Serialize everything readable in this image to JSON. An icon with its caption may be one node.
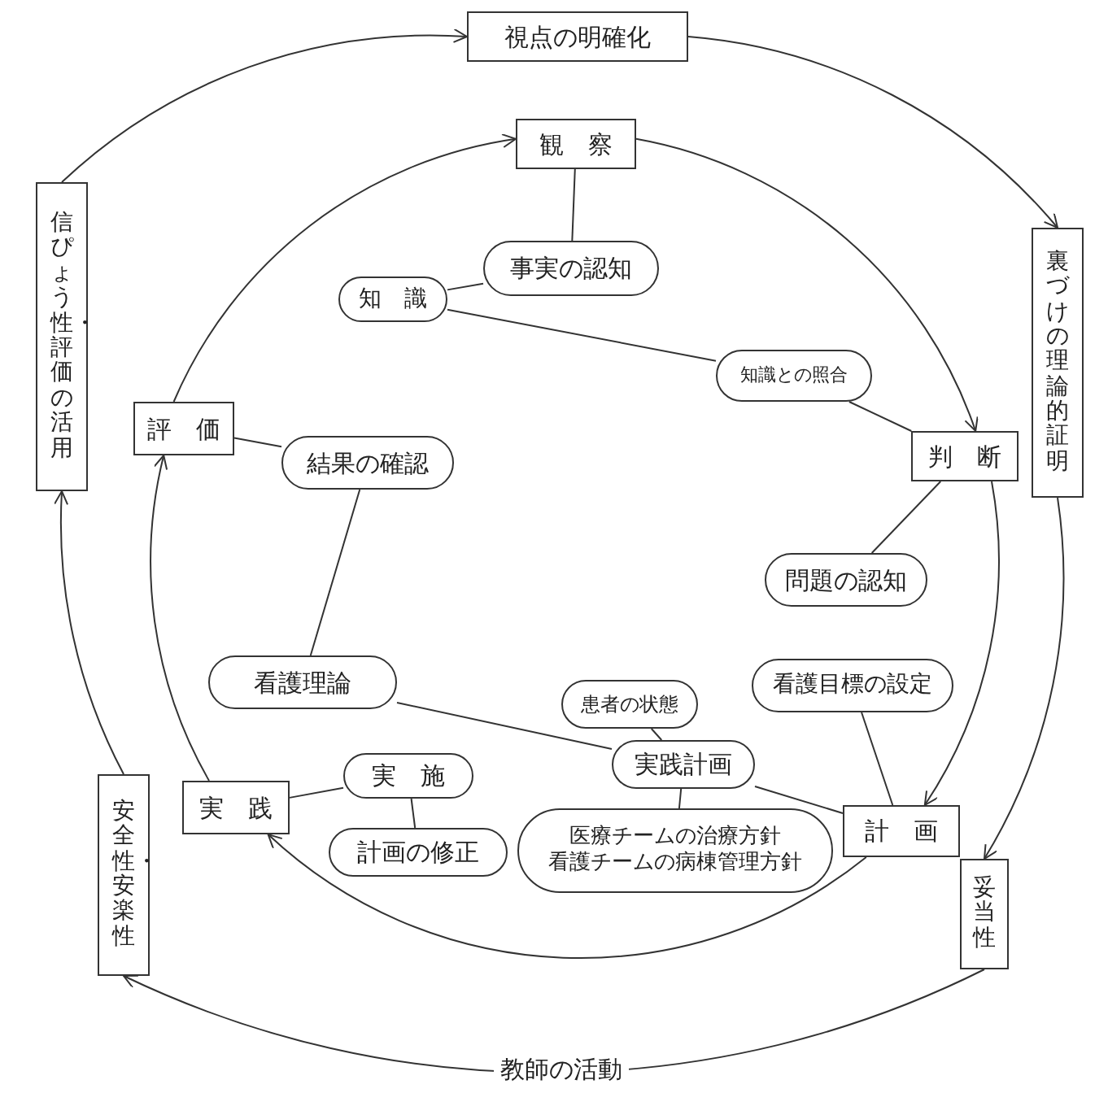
{
  "diagram": {
    "nodes": [
      {
        "text": [
          "視点の明確化"
        ]
      },
      {
        "text": [
          "観　察"
        ]
      },
      {
        "text": [
          "信ぴょう性・評価の活用"
        ]
      },
      {
        "text": [
          "裏づけの理論的証明"
        ]
      },
      {
        "text": [
          "事実の認知"
        ]
      },
      {
        "text": [
          "知　識"
        ]
      },
      {
        "text": [
          "知識との照合"
        ]
      },
      {
        "text": [
          "評　価"
        ]
      },
      {
        "text": [
          "結果の確認"
        ]
      },
      {
        "text": [
          "判　断"
        ]
      },
      {
        "text": [
          "問題の認知"
        ]
      },
      {
        "text": [
          "看護理論"
        ]
      },
      {
        "text": [
          "看護目標の設定"
        ]
      },
      {
        "text": [
          "患者の状態"
        ]
      },
      {
        "text": [
          "実践計画"
        ]
      },
      {
        "text": [
          "実　施"
        ]
      },
      {
        "text": [
          "実　践"
        ]
      },
      {
        "text": [
          "計　画"
        ]
      },
      {
        "text": [
          "医療チームの治療方針",
          "看護チームの病棟管理方針"
        ]
      },
      {
        "text": [
          "計画の修正"
        ]
      },
      {
        "text": [
          "安全性・安楽性"
        ]
      },
      {
        "text": [
          "妥当性"
        ]
      }
    ],
    "edges": [
      {
        "from": 2,
        "to": 0,
        "arrow": "to"
      },
      {
        "from": 0,
        "to": 3,
        "arrow": "to"
      },
      {
        "from": 3,
        "to": 21,
        "arrow": "to"
      },
      {
        "from": 21,
        "to": 20,
        "arrow": "to",
        "label": "教師の活動"
      },
      {
        "from": 20,
        "to": 2,
        "arrow": "to"
      },
      {
        "from": 7,
        "to": 1,
        "arrow": "to"
      },
      {
        "from": 1,
        "to": 9,
        "arrow": "to"
      },
      {
        "from": 9,
        "to": 17,
        "arrow": "to"
      },
      {
        "from": 17,
        "to": 16,
        "arrow": "to"
      },
      {
        "from": 16,
        "to": 7,
        "arrow": "to"
      },
      {
        "from": 1,
        "to": 4,
        "arrow": "none"
      },
      {
        "from": 4,
        "to": 5,
        "arrow": "none"
      },
      {
        "from": 5,
        "to": 6,
        "arrow": "none"
      },
      {
        "from": 6,
        "to": 9,
        "arrow": "none"
      },
      {
        "from": 9,
        "to": 10,
        "arrow": "none"
      },
      {
        "from": 12,
        "to": 17,
        "arrow": "none"
      },
      {
        "from": 7,
        "to": 8,
        "arrow": "none"
      },
      {
        "from": 8,
        "to": 11,
        "arrow": "none"
      },
      {
        "from": 11,
        "to": 14,
        "arrow": "none"
      },
      {
        "from": 13,
        "to": 14,
        "arrow": "none"
      },
      {
        "from": 14,
        "to": 17,
        "arrow": "none"
      },
      {
        "from": 14,
        "to": 18,
        "arrow": "none"
      },
      {
        "from": 16,
        "to": 15,
        "arrow": "none"
      },
      {
        "from": 15,
        "to": 19,
        "arrow": "none"
      }
    ]
  }
}
